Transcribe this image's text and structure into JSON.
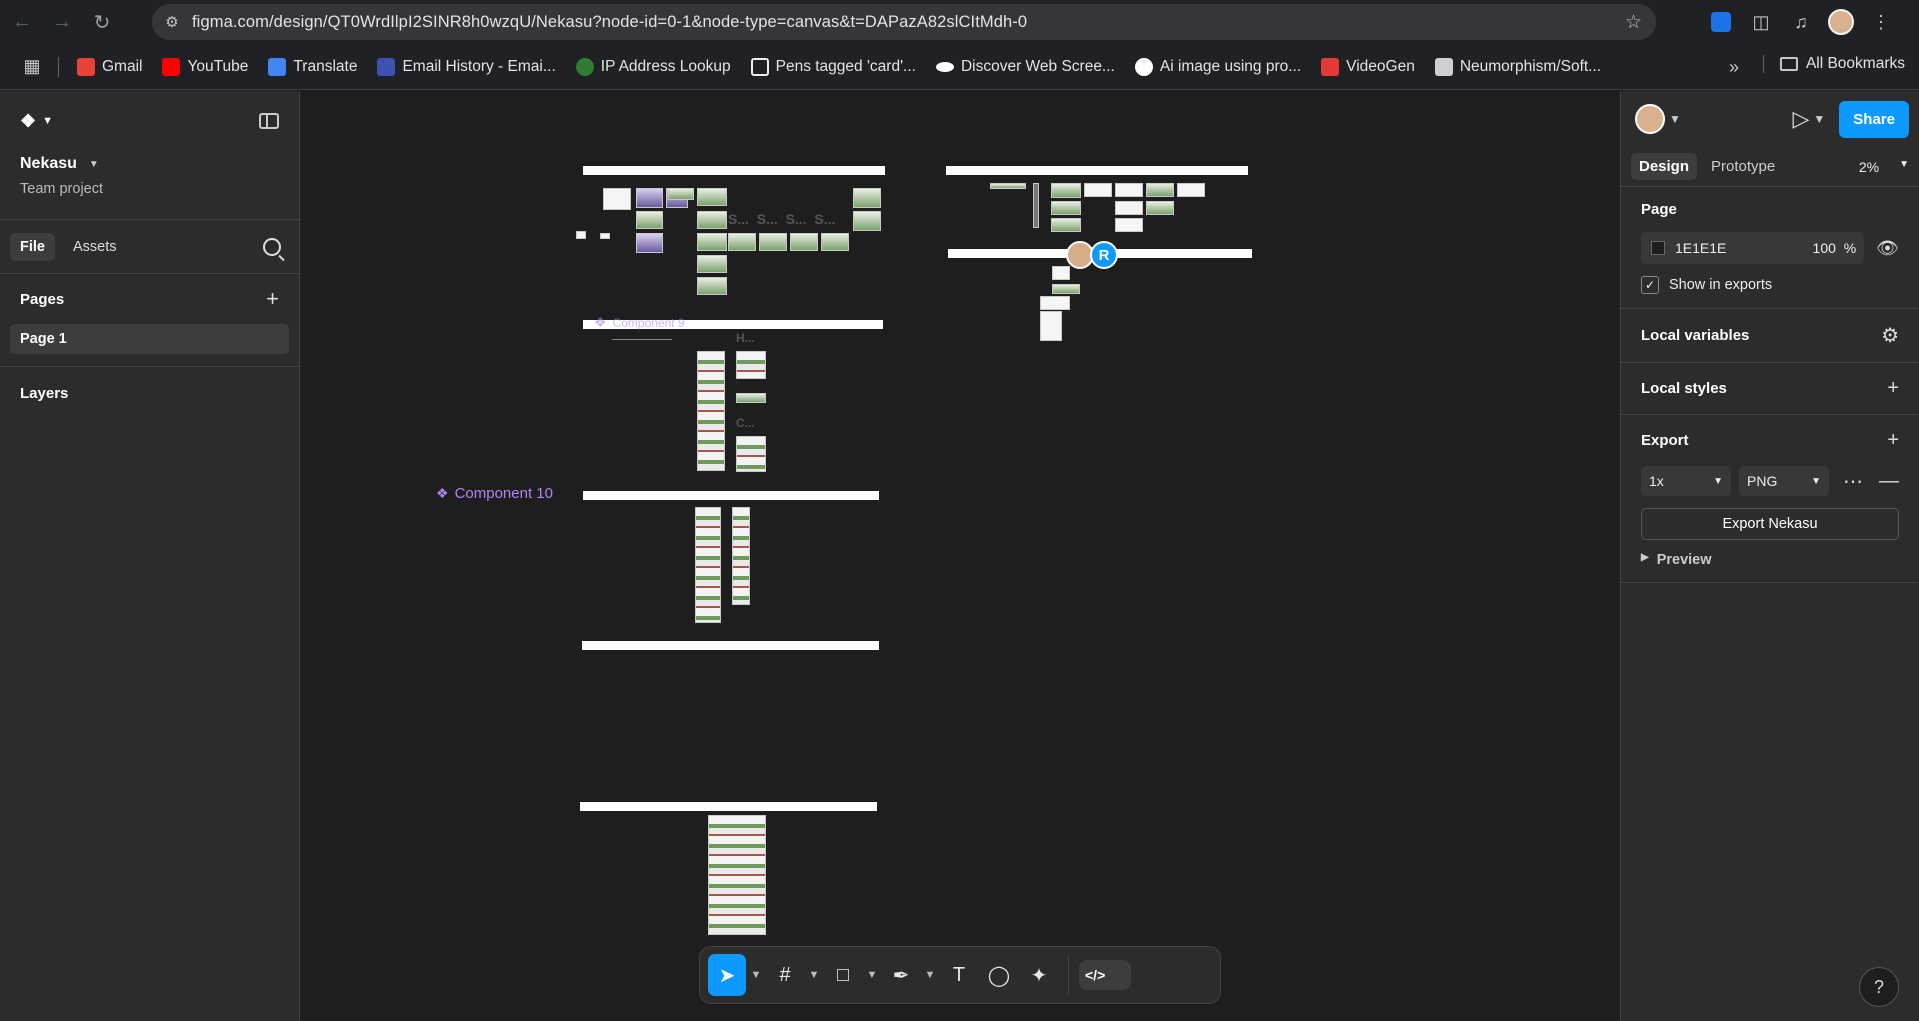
{
  "browser": {
    "url": "figma.com/design/QT0WrdIlpI2SINR8h0wzqU/Nekasu?node-id=0-1&node-type=canvas&t=DAPazA82slCItMdh-0",
    "bookmarks": [
      {
        "label": "Gmail",
        "color": "#ea4335"
      },
      {
        "label": "YouTube",
        "color": "#ff0000"
      },
      {
        "label": "Translate",
        "color": "#4285f4"
      },
      {
        "label": "Email History - Emai...",
        "color": "#3f51b5"
      },
      {
        "label": "IP Address Lookup",
        "color": "#2e7d32"
      },
      {
        "label": "Pens tagged 'card'...",
        "color": "#eeeeee"
      },
      {
        "label": "Discover Web Scree...",
        "color": "#ffffff"
      },
      {
        "label": "Ai image using pro...",
        "color": "#ffffff"
      },
      {
        "label": "VideoGen",
        "color": "#e53935"
      },
      {
        "label": "Neumorphism/Soft...",
        "color": "#cfcfcf"
      }
    ],
    "all_bookmarks": "All Bookmarks"
  },
  "left": {
    "project_name": "Nekasu",
    "project_sub": "Team project",
    "tab_file": "File",
    "tab_assets": "Assets",
    "pages_title": "Pages",
    "page_1": "Page 1",
    "layers_title": "Layers"
  },
  "canvas": {
    "component_10": "Component 10",
    "component_9": "Component 9",
    "cursor_r": "R"
  },
  "right": {
    "share": "Share",
    "tab_design": "Design",
    "tab_prototype": "Prototype",
    "zoom": "2%",
    "page_title": "Page",
    "bg_color": "1E1E1E",
    "bg_opacity": "100",
    "pct": "%",
    "show_in_exports": "Show in exports",
    "local_variables": "Local variables",
    "local_styles": "Local styles",
    "export_title": "Export",
    "export_scale": "1x",
    "export_format": "PNG",
    "export_button": "Export Nekasu",
    "preview": "Preview",
    "help": "?"
  }
}
